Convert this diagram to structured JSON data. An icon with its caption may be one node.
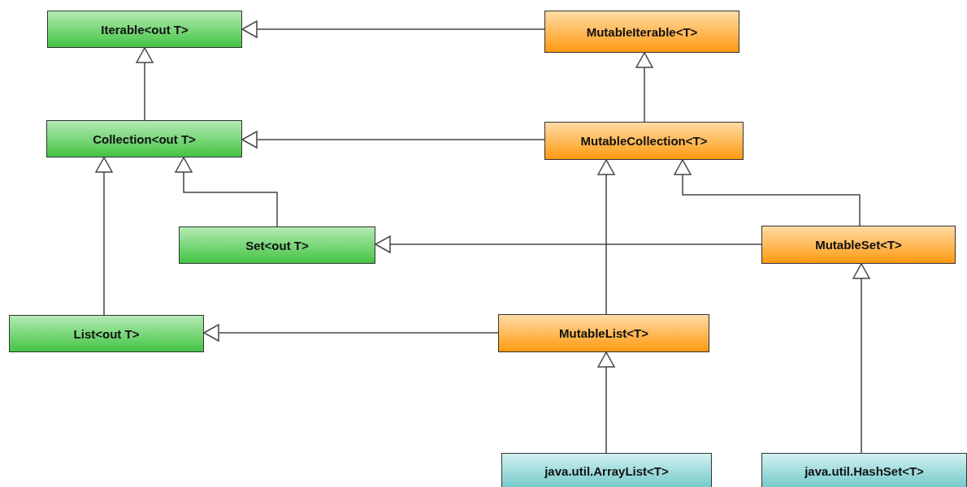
{
  "diagram": {
    "nodes": [
      {
        "text": [
          "Iterable<out T>"
        ]
      },
      {
        "text": [
          "MutableIterable<T>"
        ]
      },
      {
        "text": [
          "Collection<out T>"
        ]
      },
      {
        "text": [
          "MutableCollection<T>"
        ]
      },
      {
        "text": [
          "Set<out T>"
        ]
      },
      {
        "text": [
          "MutableSet<T>"
        ]
      },
      {
        "text": [
          "List<out T>"
        ]
      },
      {
        "text": [
          "MutableList<T>"
        ]
      },
      {
        "text": [
          "java.util.ArrayList<T>"
        ]
      },
      {
        "text": [
          "java.util.HashSet<T>"
        ]
      }
    ],
    "edges": [
      {
        "from": 1,
        "to": 0,
        "arrow": "to"
      },
      {
        "from": 2,
        "to": 0,
        "arrow": "to"
      },
      {
        "from": 3,
        "to": 2,
        "arrow": "to"
      },
      {
        "from": 3,
        "to": 1,
        "arrow": "to"
      },
      {
        "from": 4,
        "to": 2,
        "arrow": "to"
      },
      {
        "from": 6,
        "to": 2,
        "arrow": "to"
      },
      {
        "from": 7,
        "to": 3,
        "arrow": "to"
      },
      {
        "from": 5,
        "to": 3,
        "arrow": "to"
      },
      {
        "from": 5,
        "to": 4,
        "arrow": "to"
      },
      {
        "from": 7,
        "to": 6,
        "arrow": "to"
      },
      {
        "from": 8,
        "to": 7,
        "arrow": "to"
      },
      {
        "from": 9,
        "to": 5,
        "arrow": "to"
      }
    ]
  }
}
